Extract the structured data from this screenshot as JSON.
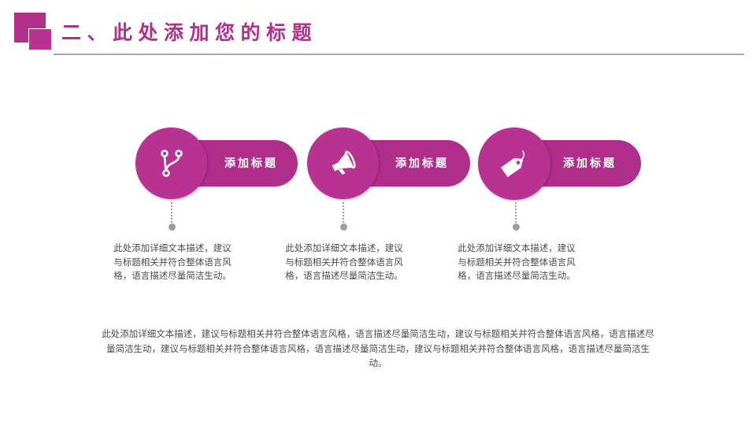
{
  "header": {
    "title": "二、此处添加您的标题"
  },
  "theme": {
    "accent": "#B0308B",
    "rule": "#A8A8A8",
    "text": "#4A4A4A",
    "connector": "#9C9C9C"
  },
  "cards": [
    {
      "icon": "git-branch-icon",
      "label": "添加标题",
      "description": "此处添加详细文本描述，建议与标题相关并符合整体语言风格，语言描述尽量简洁生动。"
    },
    {
      "icon": "megaphone-icon",
      "label": "添加标题",
      "description": "此处添加详细文本描述，建议与标题相关并符合整体语言风格，语言描述尽量简洁生动。"
    },
    {
      "icon": "tag-icon",
      "label": "添加标题",
      "description": "此处添加详细文本描述，建议与标题相关并符合整体语言风格，语言描述尽量简洁生动。"
    }
  ],
  "footer": {
    "paragraph": "此处添加详细文本描述，建议与标题相关并符合整体语言风格，语言描述尽量简洁生动，建议与标题相关并符合整体语言风格，语言描述尽量简洁生动，建议与标题相关并符合整体语言风格，语言描述尽量简洁生动，建议与标题相关并符合整体语言风格，语言描述尽量简洁生动。"
  }
}
